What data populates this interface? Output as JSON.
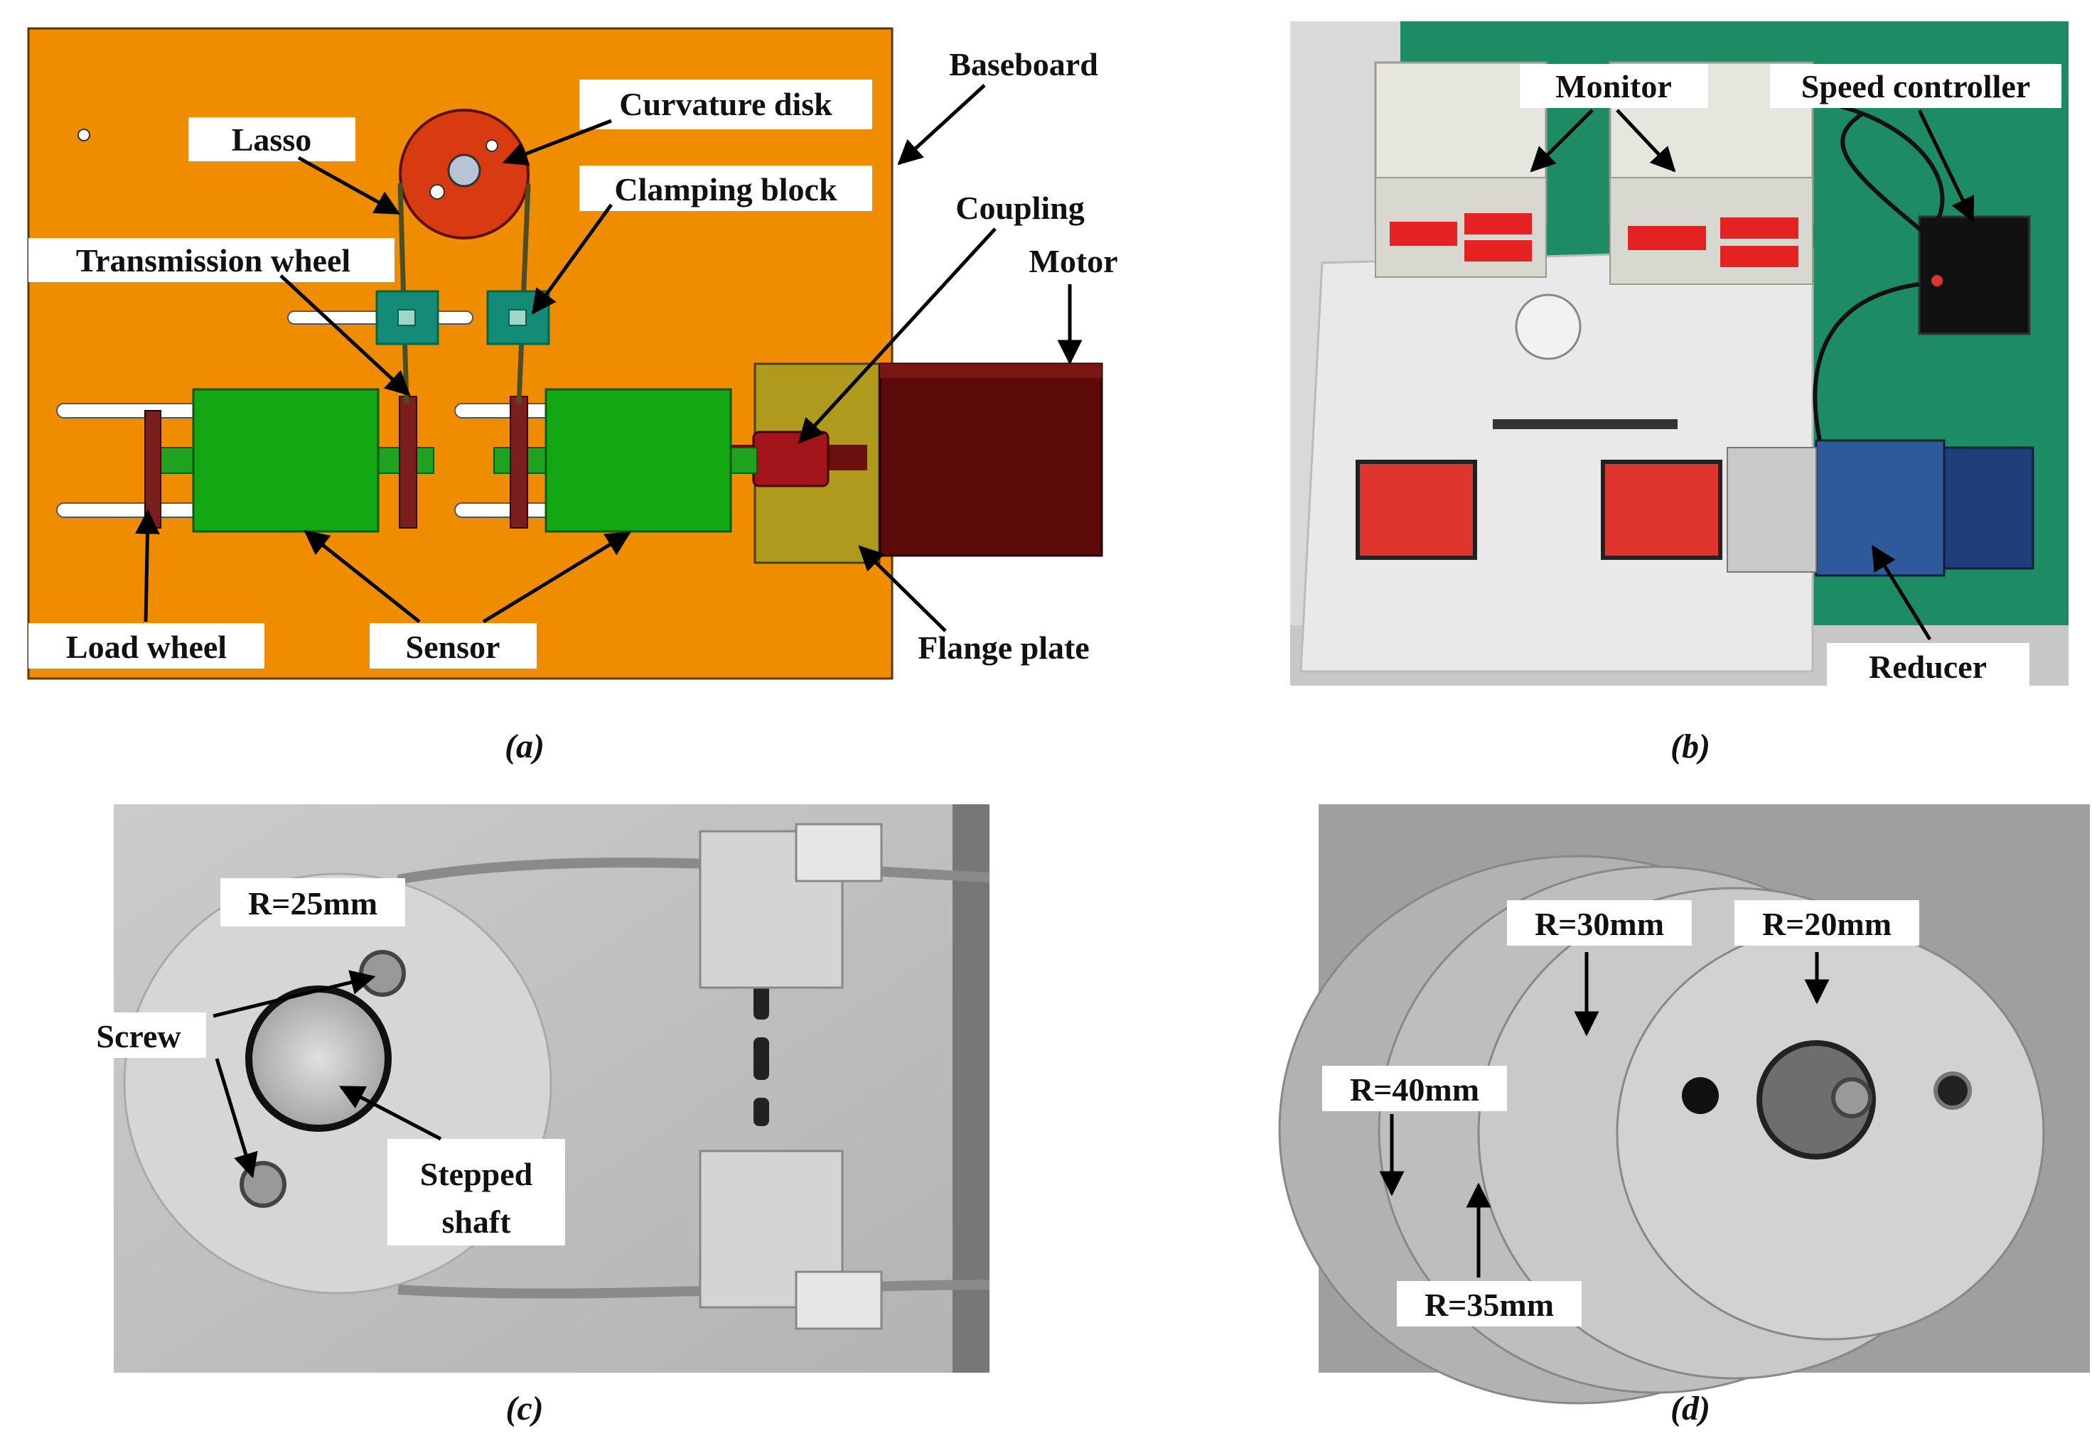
{
  "panel_a": {
    "labels": {
      "baseboard": "Baseboard",
      "curvature_disk": "Curvature disk",
      "lasso": "Lasso",
      "clamping_block": "Clamping block",
      "transmission_wheel": "Transmission wheel",
      "coupling": "Coupling",
      "motor": "Motor",
      "load_wheel": "Load wheel",
      "sensor": "Sensor",
      "flange_plate": "Flange plate"
    },
    "caption": "(a)"
  },
  "panel_b": {
    "labels": {
      "monitor": "Monitor",
      "speed_controller": "Speed controller",
      "reducer": "Reducer"
    },
    "caption": "(b)"
  },
  "panel_c": {
    "labels": {
      "r25": "R=25mm",
      "screw": "Screw",
      "stepped_shaft_line1": "Stepped",
      "stepped_shaft_line2": "shaft"
    },
    "caption": "(c)"
  },
  "panel_d": {
    "labels": {
      "r30": "R=30mm",
      "r20": "R=20mm",
      "r40": "R=40mm",
      "r35": "R=35mm"
    },
    "caption": "(d)"
  },
  "colors": {
    "baseboard": "#F08C00",
    "sensor": "#13A813",
    "curvature_disk": "#D83A12",
    "motor": "#5C0A0A",
    "flange": "#B09A1E",
    "clamping_block": "#138B78",
    "coupling": "#A3151B",
    "photo_bench": "#E9E9E9",
    "green_mat": "#1D8B64",
    "aluminum": "#BDBDBD"
  }
}
